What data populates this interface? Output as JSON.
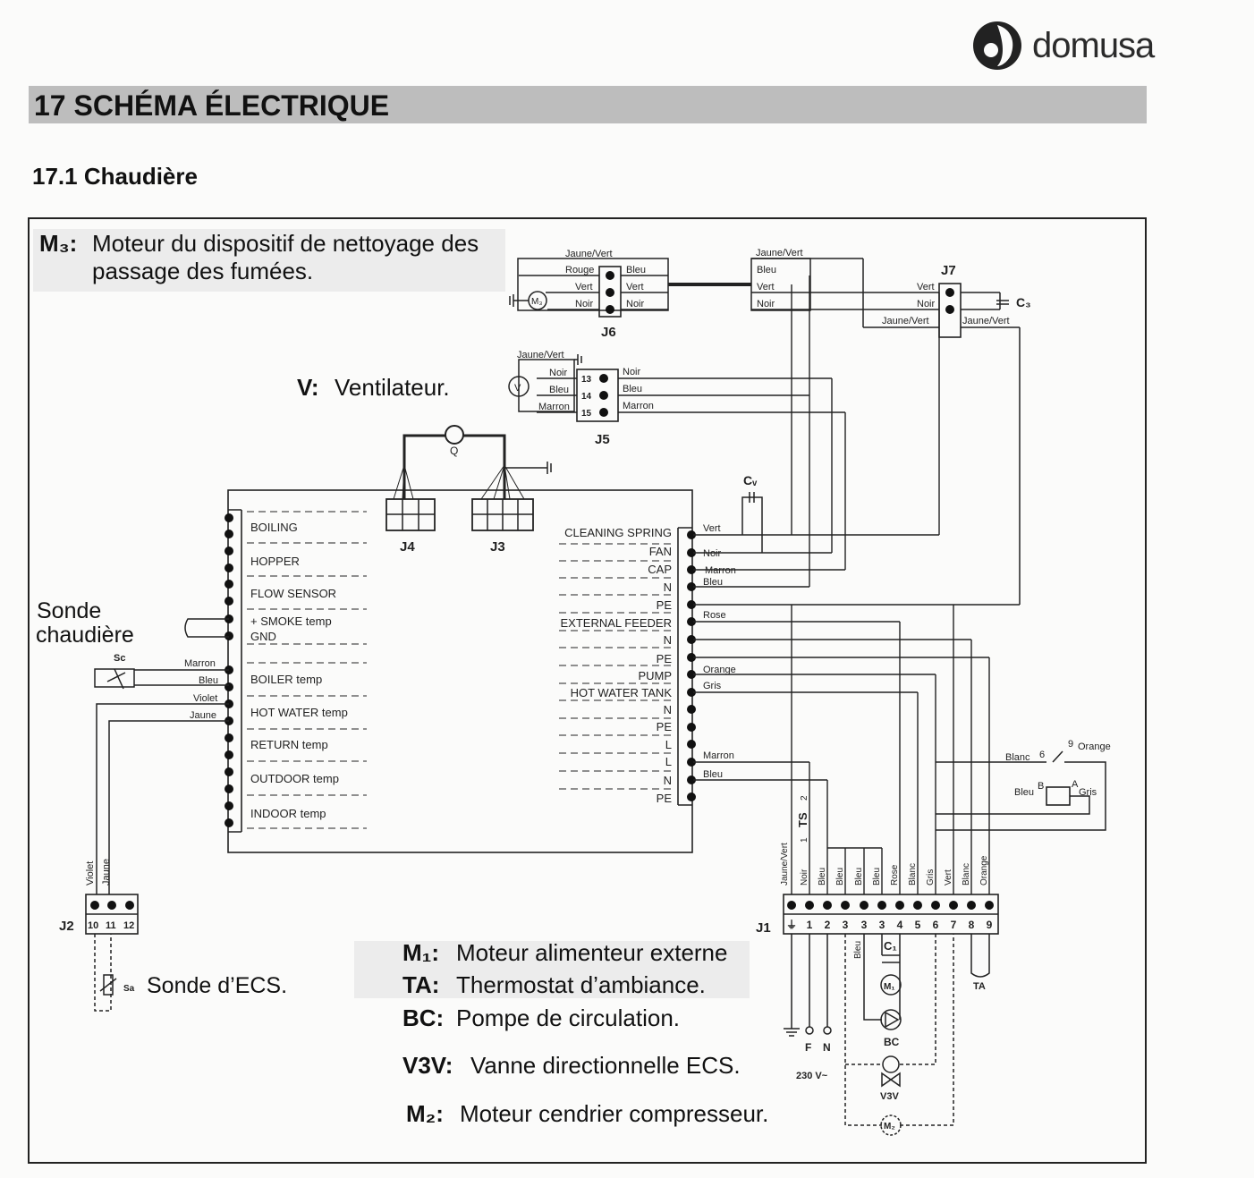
{
  "brand": {
    "name": "domusa"
  },
  "section": {
    "title": "17 SCHÉMA ÉLECTRIQUE",
    "subtitle": "17.1 Chaudière"
  },
  "legend": {
    "m3_code": "M₃:",
    "m3_text_1": "Moteur du dispositif de nettoyage des",
    "m3_text_2": "passage des fumées.",
    "v_code": "V:",
    "v_text": "Ventilateur.",
    "m1_code": "M₁:",
    "m1_text": "Moteur alimenteur externe",
    "ta_code": "TA:",
    "ta_text": "Thermostat d’ambiance.",
    "bc_code": "BC:",
    "bc_text": "Pompe de circulation.",
    "v3v_code": "V3V:",
    "v3v_text": "Vanne directionnelle ECS.",
    "m2_code": "M₂:",
    "m2_text": "Moteur cendrier compresseur.",
    "sonde_chaudiere_1": "Sonde",
    "sonde_chaudiere_2": "chaudière",
    "sonde_ecs": "Sonde d’ECS."
  },
  "board": {
    "left_labels": [
      "BOILING",
      "HOPPER",
      "FLOW SENSOR",
      "+ SMOKE temp",
      "GND",
      "BOILER temp",
      "HOT WATER temp",
      "RETURN temp",
      "OUTDOOR temp",
      "INDOOR temp"
    ],
    "right_labels": [
      "CLEANING SPRING",
      "FAN",
      "CAP",
      "N",
      "PE",
      "EXTERNAL FEEDER",
      "N",
      "PE",
      "PUMP",
      "HOT WATER TANK",
      "N",
      "PE",
      "L",
      "L",
      "N",
      "PE"
    ],
    "right_wires": [
      "Vert",
      "Noir",
      "Marron",
      "Bleu",
      "Rose",
      "Orange",
      "Gris",
      "Marron",
      "Bleu"
    ],
    "left_wires": [
      "Marron",
      "Bleu",
      "Violet",
      "Jaune"
    ]
  },
  "connectors": {
    "J6": {
      "name": "J6",
      "left": [
        "Jaune/Vert",
        "Rouge",
        "Vert",
        "Noir"
      ],
      "right": [
        "Bleu",
        "Vert",
        "Noir"
      ]
    },
    "J5": {
      "name": "J5",
      "left": [
        "Jaune/Vert",
        "Noir",
        "Bleu",
        "Marron"
      ],
      "pins": [
        "13",
        "14",
        "15"
      ],
      "right": [
        "Noir",
        "Bleu",
        "Marron"
      ]
    },
    "J7": {
      "name": "J7",
      "top": [
        "Jaune/Vert",
        "Bleu",
        "Vert",
        "Noir"
      ],
      "left": [
        "Vert",
        "Noir",
        "Jaune/Vert"
      ],
      "right": "Jaune/Vert"
    },
    "J4": "J4",
    "J3": "J3",
    "J2": {
      "name": "J2",
      "pins": [
        "10",
        "11",
        "12"
      ],
      "wires": [
        "Violet",
        "Jaune"
      ]
    },
    "J1": {
      "name": "J1",
      "pins": [
        "⏚",
        "1",
        "2",
        "3",
        "3",
        "3",
        "4",
        "5",
        "6",
        "7",
        "8",
        "9"
      ],
      "wires": [
        "Jaune/Vert",
        "Noir",
        "Bleu",
        "Bleu",
        "Bleu",
        "Bleu",
        "Rose",
        "Blanc",
        "Gris",
        "Vert",
        "Blanc",
        "Orange"
      ]
    }
  },
  "components": {
    "M3": "M₃",
    "V": "V",
    "Q": "Q",
    "Cv": "Cᵥ",
    "C3": "C₃",
    "Sc": "Sc",
    "Sa": "Sa",
    "TS": "TS",
    "TS_pins": [
      "1",
      "2"
    ],
    "M1": "M₁",
    "C1": "C₁",
    "BC": "BC",
    "V3V": "V3V",
    "M2": "M₂",
    "TA": "TA",
    "F": "F",
    "N": "N",
    "supply": "230 V~",
    "relay": {
      "pins": [
        "9",
        "6",
        "B",
        "A"
      ],
      "wires": [
        "Orange",
        "Blanc",
        "Bleu",
        "Gris"
      ]
    },
    "below_j1_wire": "Bleu"
  }
}
